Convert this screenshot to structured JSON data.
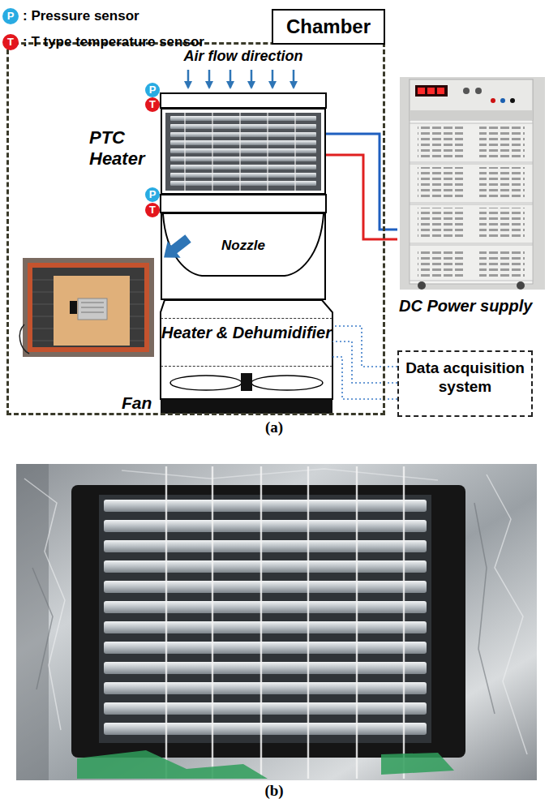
{
  "diagram": {
    "nodes": [
      {
        "text": [
          "Chamber"
        ]
      },
      {
        "text": [
          "P"
        ],
        "in": 0
      },
      {
        "text": [
          "T"
        ],
        "in": 0
      },
      {
        "text": [
          "PTC Heater"
        ],
        "in": 0
      },
      {
        "text": [
          "P"
        ],
        "in": 0
      },
      {
        "text": [
          "T"
        ],
        "in": 0
      },
      {
        "text": [
          "Nozzle"
        ],
        "in": 0
      },
      {
        "text": [
          "Heater & Dehumidifier"
        ],
        "in": 0
      },
      {
        "text": [
          "Fan"
        ],
        "in": 0
      },
      {
        "text": [
          "DC Power supply"
        ]
      },
      {
        "text": [
          "Data acquisition system"
        ]
      }
    ],
    "edges": [
      {
        "from": 3,
        "to": 9,
        "arrow": "none"
      },
      {
        "from": 3,
        "to": 9,
        "arrow": "none"
      },
      {
        "from": 10,
        "to": 7,
        "arrow": "none"
      },
      {
        "from": 10,
        "to": 7,
        "arrow": "none"
      },
      {
        "from": 10,
        "to": 7,
        "arrow": "none"
      }
    ],
    "labels": [
      "P",
      "T",
      "Air flow direction",
      "(a)",
      "(b)"
    ],
    "legend": [
      {
        "text": ": Pressure sensor",
        "color": "#29abe2"
      },
      {
        "text": ": T type temperature sensor",
        "color": "#e3161d"
      }
    ]
  }
}
